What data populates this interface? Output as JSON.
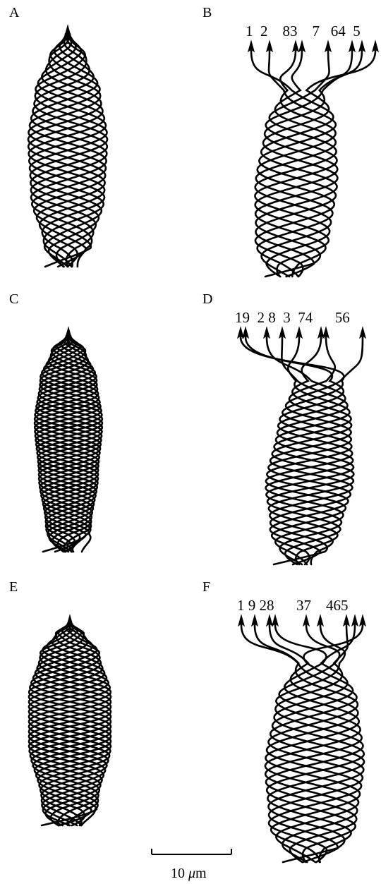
{
  "panels": [
    {
      "letter": "A",
      "labels": ""
    },
    {
      "letter": "B",
      "labels": "1  2    83    7   64  5"
    },
    {
      "letter": "C",
      "labels": ""
    },
    {
      "letter": "D",
      "labels": "19  2 8  3  74      56"
    },
    {
      "letter": "E",
      "labels": ""
    },
    {
      "letter": "F",
      "labels": "1 9 28      37    465"
    }
  ],
  "scalebar": {
    "number": "10 ",
    "unit_mu": "μ",
    "unit_m": "m"
  },
  "colors": {
    "ink": "#000000",
    "background": "#ffffff"
  }
}
